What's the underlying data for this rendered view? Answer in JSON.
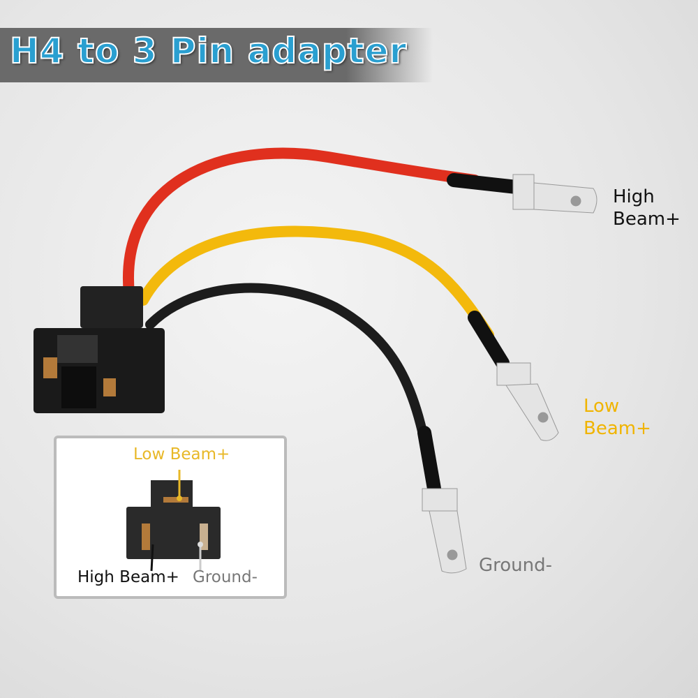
{
  "title": "H4 to 3 Pin adapter",
  "labels": {
    "high_beam": [
      "High",
      "Beam+"
    ],
    "low_beam": [
      "Low",
      "Beam+"
    ],
    "ground": "Ground-"
  },
  "inset": {
    "low_beam": "Low Beam+",
    "high_beam": "High Beam+",
    "ground": "Ground-"
  },
  "colors": {
    "title": "#2a9fd0",
    "red_wire": "#e0301e",
    "yellow_wire": "#f3b90c",
    "black_wire": "#1c1c1c"
  }
}
